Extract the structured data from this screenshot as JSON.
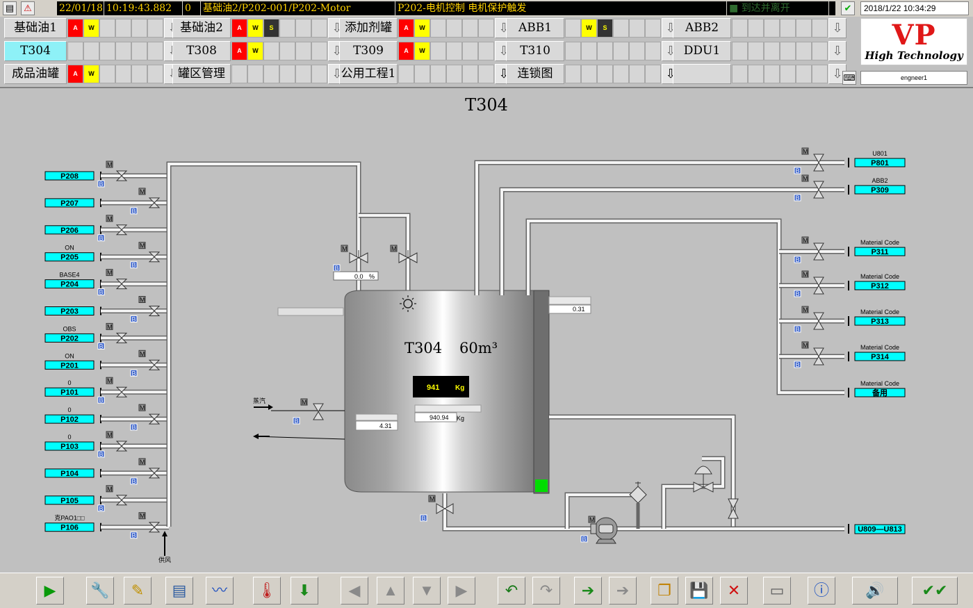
{
  "status_bar": {
    "date": "22/01/18",
    "time": "10:19:43.882",
    "code": "0",
    "alarm_source": "基础油2/P202-001/P202-Motor",
    "alarm_message": "P202-电机控制 电机保护触发",
    "alarm_state": "到达并离开",
    "clock": "2018/1/22 10:34:29"
  },
  "nav": {
    "rows": [
      [
        {
          "label": "基础油1",
          "boxes": [
            "A",
            "W",
            "",
            "",
            "",
            ""
          ]
        },
        {
          "label": "基础油2",
          "boxes": [
            "A",
            "W",
            "S",
            "",
            "",
            ""
          ]
        },
        {
          "label": "添加剂罐",
          "boxes": [
            "A",
            "W",
            "",
            "",
            "",
            ""
          ]
        },
        {
          "label": "ABB1",
          "boxes": [
            "",
            "W",
            "S",
            "",
            "",
            ""
          ]
        },
        {
          "label": "ABB2",
          "boxes": [
            "",
            "",
            "",
            "",
            "",
            ""
          ]
        }
      ],
      [
        {
          "label": "T304",
          "boxes": [
            "",
            "",
            "",
            "",
            "",
            ""
          ],
          "active": true
        },
        {
          "label": "T308",
          "boxes": [
            "A",
            "W",
            "",
            "",
            "",
            ""
          ]
        },
        {
          "label": "T309",
          "boxes": [
            "A",
            "W",
            "",
            "",
            "",
            ""
          ]
        },
        {
          "label": "T310",
          "boxes": [
            "",
            "",
            "",
            "",
            "",
            ""
          ]
        },
        {
          "label": "DDU1",
          "boxes": [
            "",
            "",
            "",
            "",
            "",
            ""
          ]
        }
      ],
      [
        {
          "label": "成品油罐",
          "boxes": [
            "A",
            "W",
            "",
            "",
            "",
            ""
          ]
        },
        {
          "label": "罐区管理",
          "boxes": [
            "",
            "",
            "",
            "",
            "",
            ""
          ]
        },
        {
          "label": "公用工程1",
          "boxes": [
            "",
            "",
            "",
            "",
            "",
            ""
          ]
        },
        {
          "label": "连锁图",
          "boxes": [
            "",
            "",
            "",
            "",
            "",
            ""
          ]
        },
        {
          "label": "",
          "boxes": [
            "",
            "",
            "",
            "",
            "",
            ""
          ]
        }
      ]
    ]
  },
  "logo": {
    "brand": "VP",
    "tagline": "High Technology"
  },
  "user": "engneer1",
  "page": {
    "title": "T304"
  },
  "tank": {
    "name": "T304",
    "capacity": "60m³",
    "weight": "941",
    "weight_unit": "Kg",
    "level_reading": "940.94",
    "level_unit": "Kg",
    "temperature": "4.31",
    "valve_open": "0.0",
    "valve_open_unit": "%",
    "side_reading": "0.31"
  },
  "left_lines": [
    {
      "tag": "P208",
      "label": ""
    },
    {
      "tag": "P207",
      "label": ""
    },
    {
      "tag": "P206",
      "label": ""
    },
    {
      "tag": "P205",
      "label": "ON"
    },
    {
      "tag": "P204",
      "label": "BASE4"
    },
    {
      "tag": "P203",
      "label": ""
    },
    {
      "tag": "P202",
      "label": "OBS"
    },
    {
      "tag": "P201",
      "label": "ON"
    },
    {
      "tag": "P101",
      "label": "0"
    },
    {
      "tag": "P102",
      "label": "0"
    },
    {
      "tag": "P103",
      "label": "0"
    },
    {
      "tag": "P104",
      "label": ""
    },
    {
      "tag": "P105",
      "label": ""
    },
    {
      "tag": "P106",
      "label": "克PAO1□□"
    }
  ],
  "right_lines": [
    {
      "tag": "P801",
      "label": "U801"
    },
    {
      "tag": "P309",
      "label": "ABB2"
    },
    {
      "tag": "P311",
      "label": "Material Code"
    },
    {
      "tag": "P312",
      "label": "Material Code"
    },
    {
      "tag": "P313",
      "label": "Material Code"
    },
    {
      "tag": "P314",
      "label": "Material Code"
    },
    {
      "tag": "备用",
      "label": "Material Code"
    }
  ],
  "outlet_tag": "U809—U813",
  "steam_label": "蒸汽",
  "air_label": "供风",
  "valve_letters": {
    "motor": "M",
    "bypass": "B"
  },
  "toolbar": [
    {
      "name": "run-icon",
      "glyph": "▶",
      "color": "#0a9a0a"
    },
    {
      "name": "tools-icon",
      "glyph": "🔧",
      "color": "#b08020"
    },
    {
      "name": "new-note-icon",
      "glyph": "✎",
      "color": "#c09000"
    },
    {
      "name": "report-icon",
      "glyph": "▤",
      "color": "#2a5aa0"
    },
    {
      "name": "trend-icon",
      "glyph": "〰",
      "color": "#2050c0"
    },
    {
      "name": "thermometer-icon",
      "glyph": "🌡",
      "color": "#c02020"
    },
    {
      "name": "import-icon",
      "glyph": "⬇",
      "color": "#1a8a1a"
    },
    {
      "name": "arrow-left-icon",
      "glyph": "◀",
      "color": "#8a8a8a"
    },
    {
      "name": "arrow-up-icon",
      "glyph": "▲",
      "color": "#8a8a8a"
    },
    {
      "name": "arrow-down-icon",
      "glyph": "▼",
      "color": "#8a8a8a"
    },
    {
      "name": "arrow-right-icon",
      "glyph": "▶",
      "color": "#8a8a8a"
    },
    {
      "name": "undo-icon",
      "glyph": "↶",
      "color": "#1a7a1a"
    },
    {
      "name": "redo-icon",
      "glyph": "↷",
      "color": "#8a8a8a"
    },
    {
      "name": "enter-icon",
      "glyph": "➔",
      "color": "#1a8a1a"
    },
    {
      "name": "exit-icon",
      "glyph": "➔",
      "color": "#8a8a8a"
    },
    {
      "name": "copy-icon",
      "glyph": "❐",
      "color": "#c08000"
    },
    {
      "name": "save-icon",
      "glyph": "💾",
      "color": "#2040a0"
    },
    {
      "name": "delete-icon",
      "glyph": "✕",
      "color": "#d01010"
    },
    {
      "name": "monitor-icon",
      "glyph": "▭",
      "color": "#606060"
    },
    {
      "name": "info-icon",
      "glyph": "ⓘ",
      "color": "#1a50c0"
    },
    {
      "name": "sound-icon",
      "glyph": "🔊",
      "color": "#505050"
    },
    {
      "name": "acknowledge-icon",
      "glyph": "✔✔",
      "color": "#1a8a1a"
    }
  ],
  "colors": {
    "tag_fill": "#00ffff",
    "alarm_A": "#ff0000",
    "warn_W": "#ffff00",
    "level_indicator": "#00dd00"
  }
}
